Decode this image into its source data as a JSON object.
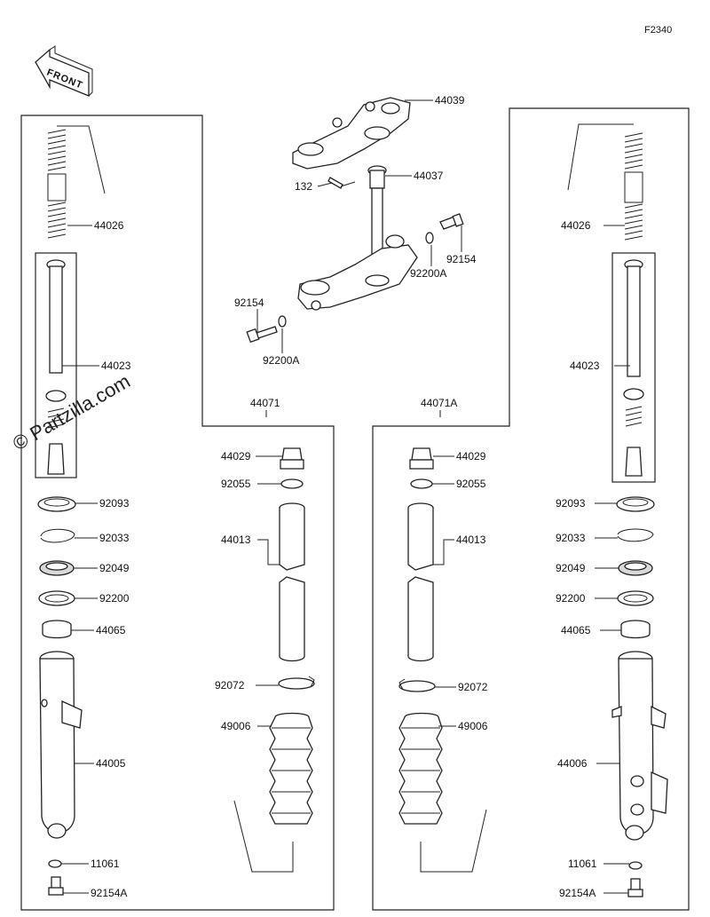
{
  "diagram_code": "F2340",
  "front_arrow_label": "FRONT",
  "watermark": "© Partzilla.com",
  "callouts": {
    "c44039": "44039",
    "c44037": "44037",
    "c132": "132",
    "c92154_r": "92154",
    "c92200A_r": "92200A",
    "c92154_l": "92154",
    "c92200A_l": "92200A",
    "c44026_l": "44026",
    "c44023_l": "44023",
    "c92093_l": "92093",
    "c92033_l": "92033",
    "c92049_l": "92049",
    "c92200_l": "92200",
    "c44065_l": "44065",
    "c44005": "44005",
    "c11061_l": "11061",
    "c92154A_l": "92154A",
    "c44071": "44071",
    "c44029_l": "44029",
    "c92055_l": "92055",
    "c44013_l": "44013",
    "c92072_l": "92072",
    "c49006_l": "49006",
    "c44071A": "44071A",
    "c44029_r": "44029",
    "c92055_r": "92055",
    "c44013_r": "44013",
    "c92072_r": "92072",
    "c49006_r": "49006",
    "c44026_r": "44026",
    "c44023_r": "44023",
    "c92093_r": "92093",
    "c92033_r": "92033",
    "c92049_r": "92049",
    "c92200_r": "92200",
    "c44065_r": "44065",
    "c44006": "44006",
    "c11061_r": "11061",
    "c92154A_r": "92154A"
  }
}
